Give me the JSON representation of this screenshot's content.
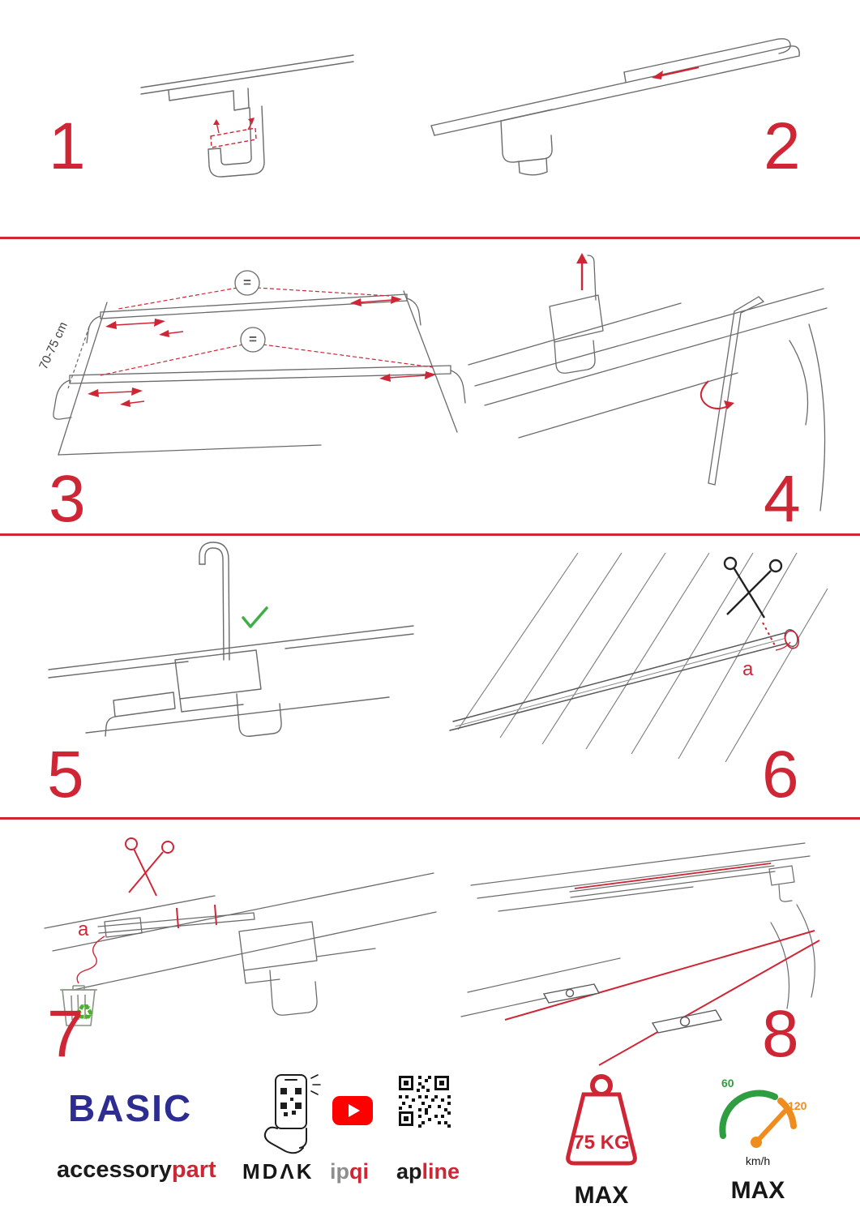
{
  "accent": {
    "red": "#cf2636",
    "green": "#3fae49",
    "blue": "#2d2d91",
    "orange": "#f08c1e"
  },
  "steps": [
    {
      "number": "1"
    },
    {
      "number": "2"
    },
    {
      "number": "3"
    },
    {
      "number": "4"
    },
    {
      "number": "5"
    },
    {
      "number": "6"
    },
    {
      "number": "7"
    },
    {
      "number": "8"
    }
  ],
  "step3": {
    "measurement": "70-75 cm",
    "equals_top": "=",
    "equals_bottom": "="
  },
  "step6": {
    "cut_label": "a"
  },
  "step7": {
    "cut_label": "a"
  },
  "icons": {
    "recycle": "♻"
  },
  "footer": {
    "brand": "BASIC",
    "brand_sub_black": "accessory",
    "brand_sub_red": "part",
    "partner_mdak": "MDΛK",
    "partner_ipqi_gray": "ip",
    "partner_ipqi_red": "qi",
    "partner_apline_black": "ap",
    "partner_apline_red": "line",
    "weight_value": "75 KG",
    "weight_max_label": "MAX",
    "speed_start": "60",
    "speed_end": "120",
    "speed_unit": "km/h",
    "speed_max_label": "MAX"
  }
}
